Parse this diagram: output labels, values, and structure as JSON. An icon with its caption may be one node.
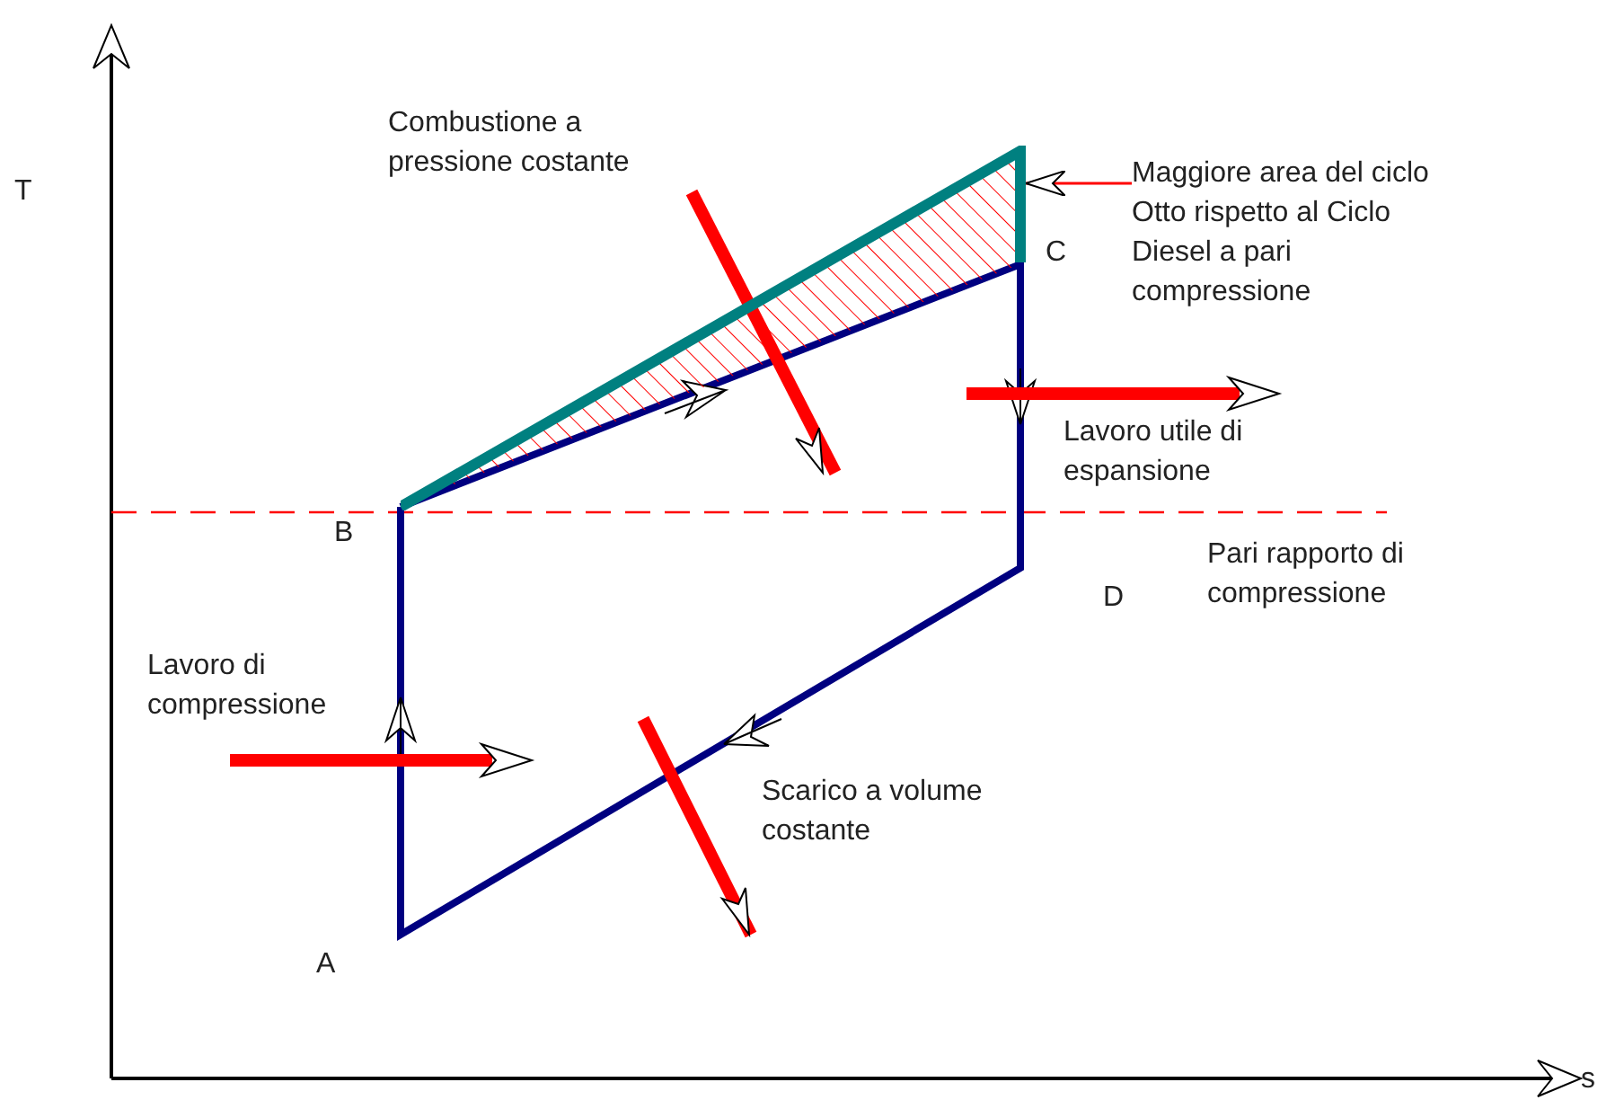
{
  "diagram": {
    "nodes": [
      {
        "text": [
          "Maggiore area del ciclo Otto rispetto al Ciclo Diesel a pari compressione"
        ]
      },
      {
        "text": [],
        "shape": "triangle"
      }
    ],
    "edges": [
      {
        "from": 0,
        "to": 1,
        "arrow": "to",
        "color": "#ff0000"
      }
    ],
    "labels": [
      "T",
      "Combustione a pressione costante",
      "C",
      "Lavoro utile di espansione",
      "B",
      "Pari rapporto di compressione",
      "D",
      "Lavoro di compressione",
      "Scarico a volume costante",
      "A",
      "s"
    ]
  }
}
